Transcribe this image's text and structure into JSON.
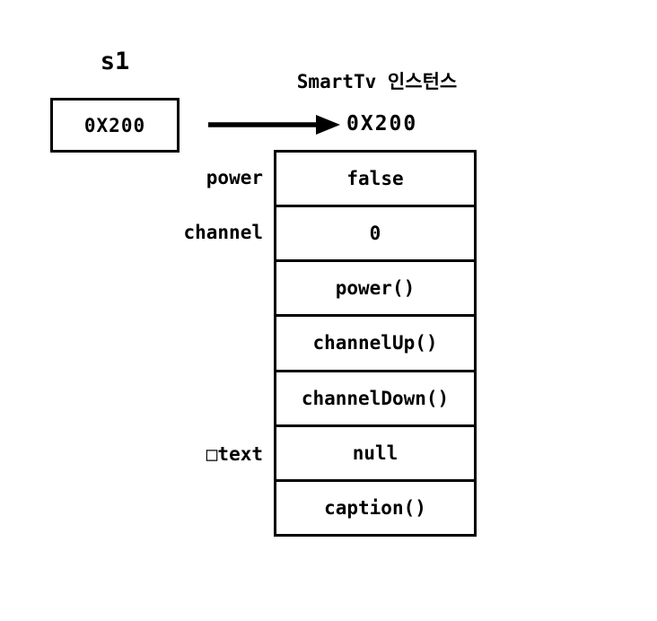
{
  "colors": {
    "ink": "#000000",
    "background": "#ffffff"
  },
  "diagram": {
    "variable": {
      "name": "s1",
      "value": "0X200"
    },
    "instance": {
      "title": "SmartTv 인스턴스",
      "address": "0X200",
      "rows": [
        {
          "label": "power",
          "value": "false"
        },
        {
          "label": "channel",
          "value": "0"
        },
        {
          "label": "",
          "value": "power()"
        },
        {
          "label": "",
          "value": "channelUp()"
        },
        {
          "label": "",
          "value": "channelDown()"
        },
        {
          "label": "□text",
          "value": "null"
        },
        {
          "label": "",
          "value": "caption()"
        }
      ]
    }
  }
}
